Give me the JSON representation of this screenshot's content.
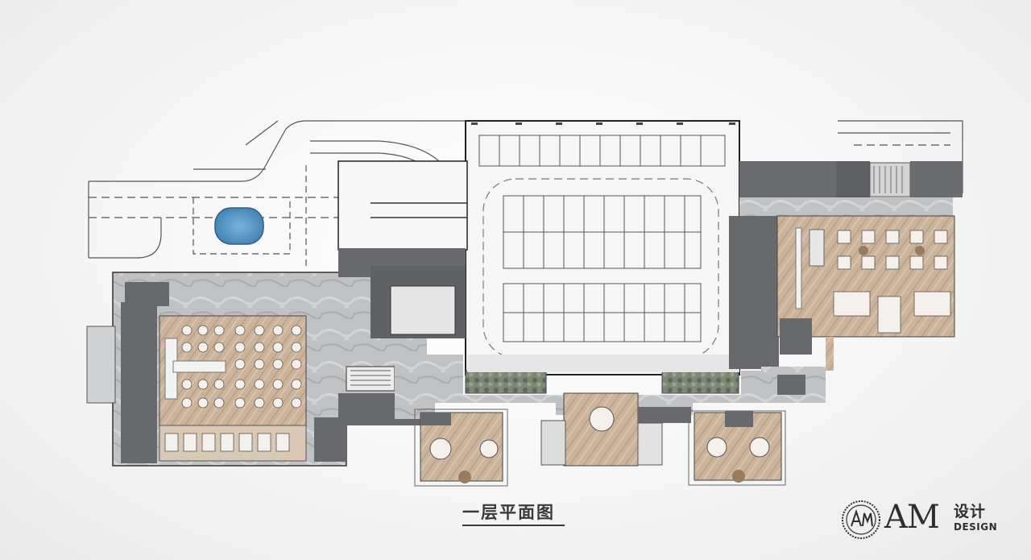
{
  "plan": {
    "title": "一层平面图"
  },
  "logo": {
    "mark": "AM",
    "cn": "设计",
    "en": "DESIGN",
    "seal_text": "AM DESIGN"
  },
  "colors": {
    "background": "#f3f3f3",
    "wall_dark": "#66686b",
    "wood_floor": "#c9b49c",
    "stone_floor": "#b9bbbd",
    "parking_floor": "#f4f4f4",
    "planting": "#6f7a6a",
    "water": "#4f8fbf",
    "line": "#333333"
  }
}
